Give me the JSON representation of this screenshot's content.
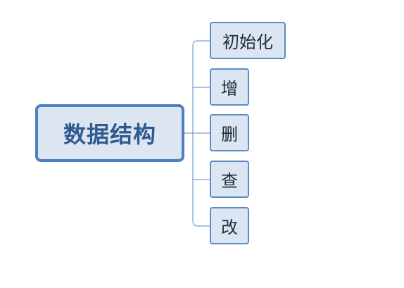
{
  "diagram": {
    "central": {
      "label": "数据结构"
    },
    "children": [
      {
        "label": "初始化"
      },
      {
        "label": "增"
      },
      {
        "label": "删"
      },
      {
        "label": "查"
      },
      {
        "label": "改"
      }
    ],
    "colors": {
      "node_fill": "#dce6f2",
      "central_border": "#4f81bd",
      "child_border": "#5b8bc7",
      "connector": "#5b8bc7",
      "central_text": "#2f5a8f"
    }
  }
}
